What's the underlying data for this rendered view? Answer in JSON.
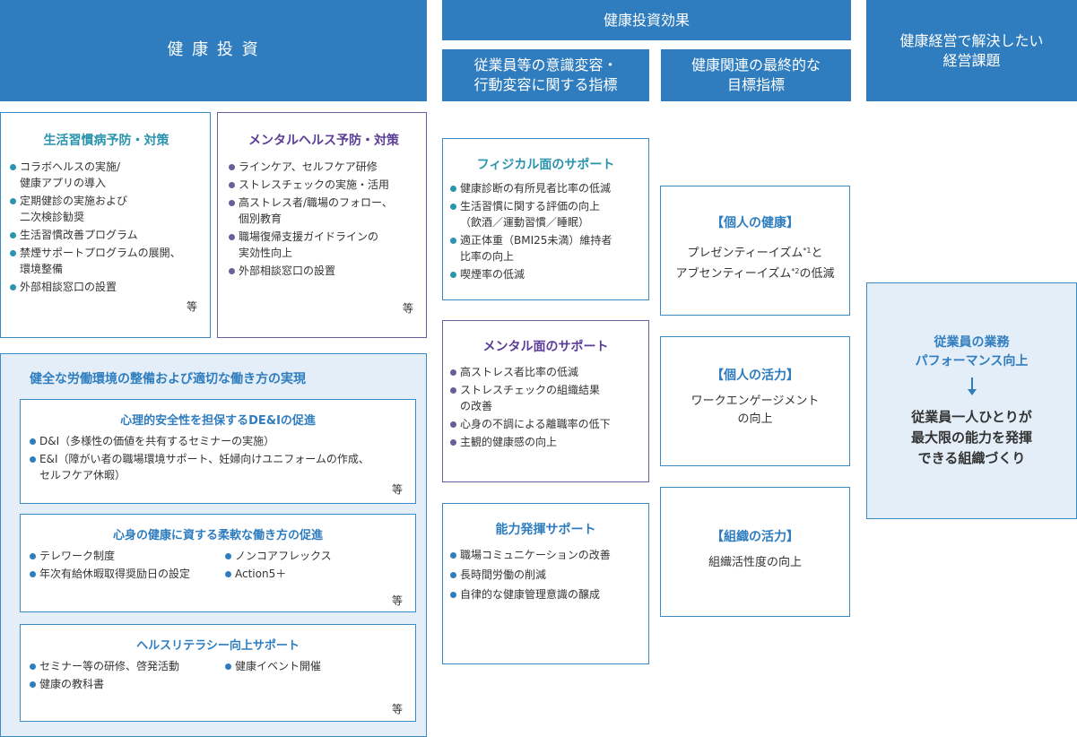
{
  "headers": {
    "investment": "健 康 投 資",
    "effect": "健康投資効果",
    "awareness": [
      "従業員等の意識変容・",
      "行動変容に関する指標"
    ],
    "final_goal": [
      "健康関連の最終的な",
      "目標指標"
    ],
    "issues": [
      "健康経営で解決したい",
      "経営課題"
    ]
  },
  "lifestyle": {
    "title": "生活習慣病予防・対策",
    "items": [
      "コラボヘルスの実施/\n健康アプリの導入",
      "定期健診の実施および\n二次検診勧奨",
      "生活習慣改善プログラム",
      "禁煙サポートプログラムの展開、\n環境整備",
      "外部相談窓口の設置"
    ],
    "etc": "等"
  },
  "mental": {
    "title": "メンタルヘルス予防・対策",
    "items": [
      "ラインケア、セルフケア研修",
      "ストレスチェックの実施・活用",
      "高ストレス者/職場のフォロー、\n個別教育",
      "職場復帰支援ガイドラインの\n実効性向上",
      "外部相談窓口の設置"
    ],
    "etc": "等"
  },
  "work_env": {
    "title": "健全な労働環境の整備および適切な働き方の実現",
    "psych": {
      "title": "心理的安全性を担保するDE&Iの促進",
      "items": [
        "D&I（多様性の価値を共有するセミナーの実施）",
        "E&I（障がい者の職場環境サポート、妊婦向けユニフォームの作成、\nセルフケア休暇）"
      ],
      "etc": "等"
    },
    "flex": {
      "title": "心身の健康に資する柔軟な働き方の促進",
      "items": [
        "テレワーク制度",
        "ノンコアフレックス",
        "年次有給休暇取得奨励日の設定",
        "Action5＋"
      ],
      "etc": "等"
    },
    "literacy": {
      "title": "ヘルスリテラシー向上サポート",
      "items": [
        "セミナー等の研修、啓発活動",
        "健康イベント開催",
        "健康の教科書"
      ],
      "etc": "等"
    }
  },
  "physical_support": {
    "title": "フィジカル面のサポート",
    "items": [
      "健康診断の有所見者比率の低減",
      "生活習慣に関する評価の向上\n（飲酒／運動習慣／睡眠）",
      "適正体重（BMI25未満）維持者\n比率の向上",
      "喫煙率の低減"
    ]
  },
  "mental_support": {
    "title": "メンタル面のサポート",
    "items": [
      "高ストレス者比率の低減",
      "ストレスチェックの組織結果\nの改善",
      "心身の不調による離職率の低下",
      "主観的健康感の向上"
    ]
  },
  "ability_support": {
    "title": "能力発揮サポート",
    "items": [
      "職場コミュニケーションの改善",
      "長時間労働の削減",
      "自律的な健康管理意識の醸成"
    ]
  },
  "goals": {
    "personal_health": {
      "title": "【個人の健康】",
      "line1_a": "プレゼンティーイズム",
      "sup1": "*1",
      "line1_b": "と",
      "line2_a": "アブセンティーイズム",
      "sup2": "*2",
      "line2_b": "の低減"
    },
    "personal_vitality": {
      "title": "【個人の活力】",
      "body": [
        "ワークエンゲージメント",
        "の向上"
      ]
    },
    "org_vitality": {
      "title": "【組織の活力】",
      "body": "組織活性度の向上"
    }
  },
  "issue_box": {
    "top": [
      "従業員の業務",
      "パフォーマンス向上"
    ],
    "bottom": [
      "従業員一人ひとりが",
      "最大限の能力を発揮",
      "できる組織づくり"
    ]
  },
  "colors": {
    "header": "#2f7dbf",
    "teal": "#2a93ad",
    "purple": "#5b3d97",
    "light_bg": "#e3eef8"
  }
}
